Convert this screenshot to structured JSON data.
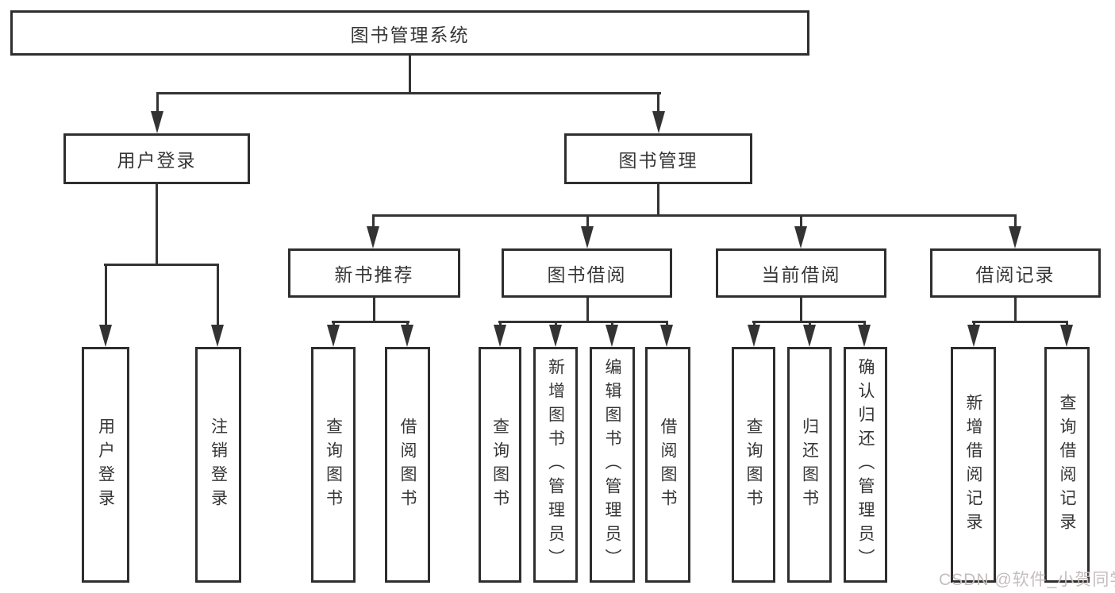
{
  "nodes": {
    "root": "图书管理系统",
    "user_login": "用户登录",
    "book_mgmt": "图书管理",
    "new_book_rec": "新书推荐",
    "book_borrow": "图书借阅",
    "current_borrow": "当前借阅",
    "borrow_records": "借阅记录",
    "leaf_user_login": "用户登录",
    "leaf_logout": "注销登录",
    "leaf_query_book_1": "查询图书",
    "leaf_borrow_book_1": "借阅图书",
    "leaf_query_book_2": "查询图书",
    "leaf_add_book": "新增图书（管理员）",
    "leaf_edit_book": "编辑图书（管理员）",
    "leaf_borrow_book_2": "借阅图书",
    "leaf_query_book_3": "查询图书",
    "leaf_return_book": "归还图书",
    "leaf_confirm_return": "确认归还（管理员）",
    "leaf_add_record": "新增借阅记录",
    "leaf_query_record": "查询借阅记录"
  },
  "watermark": {
    "text": "CSDN @软件_小贺同学"
  },
  "colors": {
    "line": "#333333",
    "box_border": "#2e2e2e",
    "text": "#363636",
    "watermark": "#c6bdbd",
    "background": "#ffffff"
  }
}
